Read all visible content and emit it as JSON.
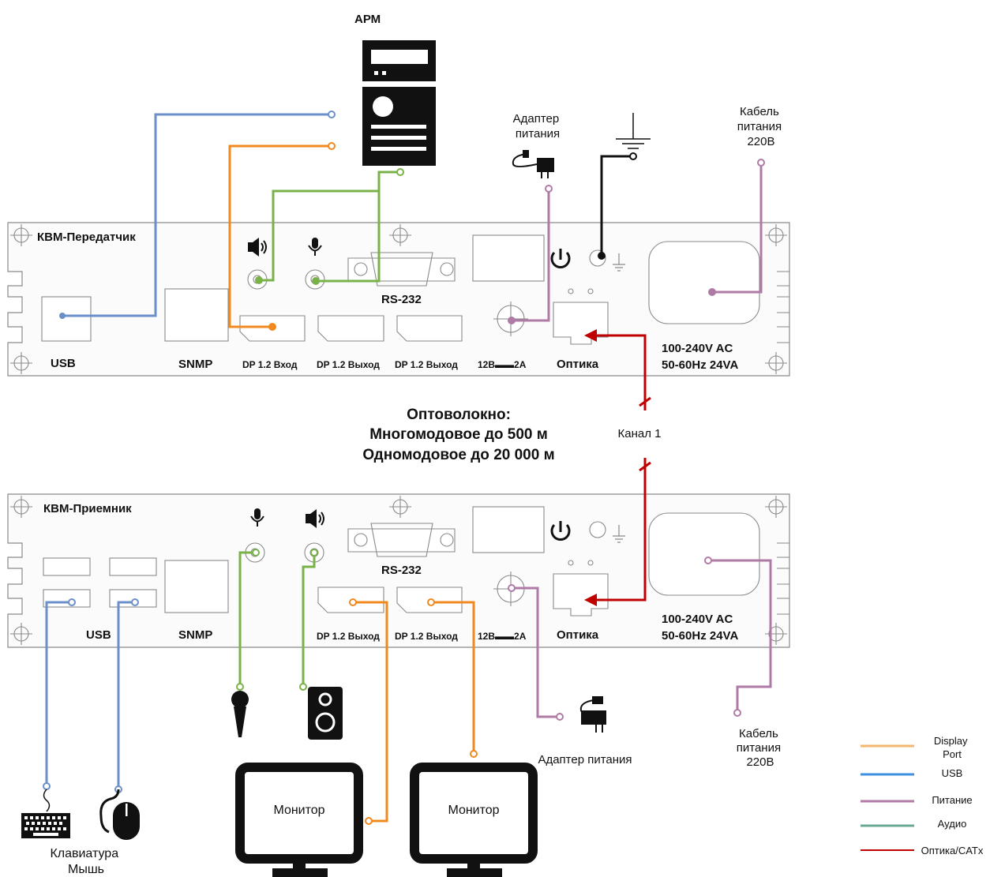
{
  "top": {
    "pc_label": "АРМ",
    "device_title": "КВМ-Передатчик",
    "ports": {
      "usb": "USB",
      "snmp": "SNMP",
      "dp_in": "DP 1.2 Вход",
      "dp_out1": "DP 1.2 Выход",
      "dp_out2": "DP 1.2 Выход",
      "power_dc": "12В▬▬2А",
      "optics": "Оптика",
      "rs232": "RS-232",
      "ac_line1": "100-240V AC",
      "ac_line2": "50-60Hz 24VA"
    },
    "adapter_label": [
      "Адаптер",
      "питания"
    ],
    "cable_label": [
      "Кабель",
      "питания",
      "220В"
    ]
  },
  "fiber": {
    "title": "Оптоволокно:",
    "line1": "Многомодовое до 500 м",
    "line2": "Одномодовое до 20 000 м",
    "channel": "Канал 1"
  },
  "bottom": {
    "device_title": "КВМ-Приемник",
    "ports": {
      "usb": "USB",
      "snmp": "SNMP",
      "dp_out1": "DP 1.2 Выход",
      "dp_out2": "DP 1.2 Выход",
      "power_dc": "12В▬▬2А",
      "optics": "Оптика",
      "rs232": "RS-232",
      "ac_line1": "100-240V AC",
      "ac_line2": "50-60Hz 24VA"
    },
    "monitor1": "Монитор",
    "monitor2": "Монитор",
    "adapter_label": "Адаптер питания",
    "cable_label": [
      "Кабель",
      "питания",
      "220В"
    ],
    "kb_label": [
      "Клавиатура",
      "Мышь"
    ]
  },
  "legend": [
    {
      "label": [
        "Display",
        "Port"
      ],
      "color": "#f4b76d"
    },
    {
      "label": [
        "USB"
      ],
      "color": "#3d8fe0"
    },
    {
      "label": [
        "Питание"
      ],
      "color": "#b07aa6"
    },
    {
      "label": [
        "Аудио"
      ],
      "color": "#6aa894"
    },
    {
      "label": [
        "Оптика/CATx"
      ],
      "color": "#c00000"
    }
  ],
  "colors": {
    "usb": "#6b8fc9",
    "dp": "#f0891f",
    "audio": "#7ab24a",
    "power": "#b07aa6",
    "fiber": "#c00000",
    "ground": "#111111"
  }
}
